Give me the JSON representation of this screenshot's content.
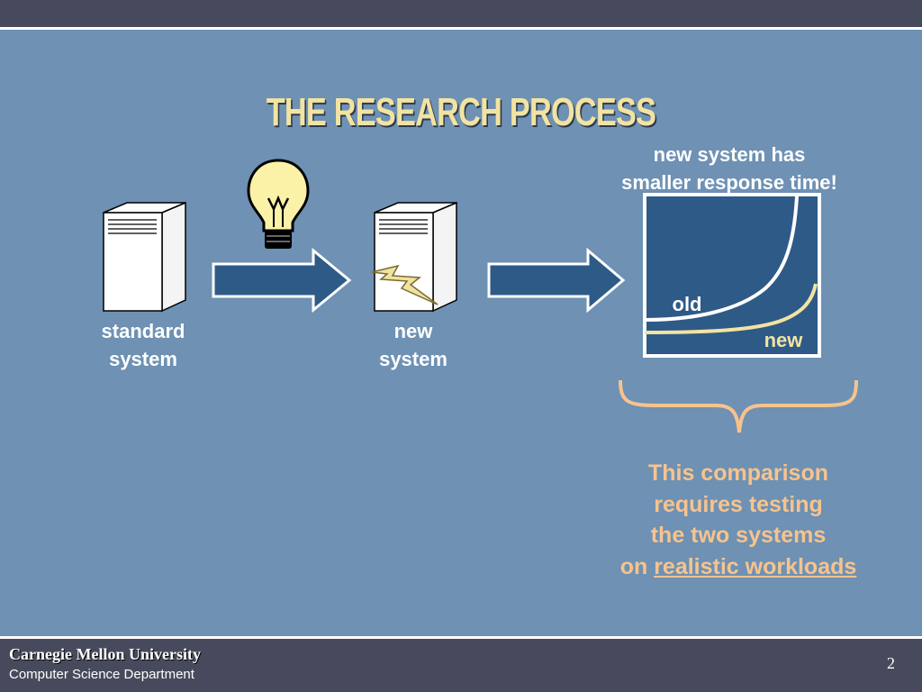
{
  "slide": {
    "title": "THE RESEARCH PROCESS",
    "standard_label_1": "standard",
    "standard_label_2": "system",
    "new_label_1": "new",
    "new_label_2": "system",
    "claim_line_1": "new system has",
    "claim_line_2": "smaller response time!",
    "curve_old_label": "old",
    "curve_new_label": "new",
    "note_line_1": "This comparison",
    "note_line_2": "requires testing",
    "note_line_3": "the two systems",
    "note_line_4_prefix": "on ",
    "note_line_4_link": "realistic workloads"
  },
  "footer": {
    "university": "Carnegie Mellon University",
    "department": "Computer Science Department",
    "page_number": "2"
  },
  "colors": {
    "background": "#6e91b4",
    "bar": "#474a5c",
    "title": "#f3e3a1",
    "note": "#f7c38c",
    "arrow_fill": "#2e5a87",
    "chart_bg": "#2e5a87"
  },
  "icons": [
    "server-icon",
    "lightbulb-icon",
    "lightning-icon",
    "arrow-right-icon",
    "brace-icon"
  ]
}
